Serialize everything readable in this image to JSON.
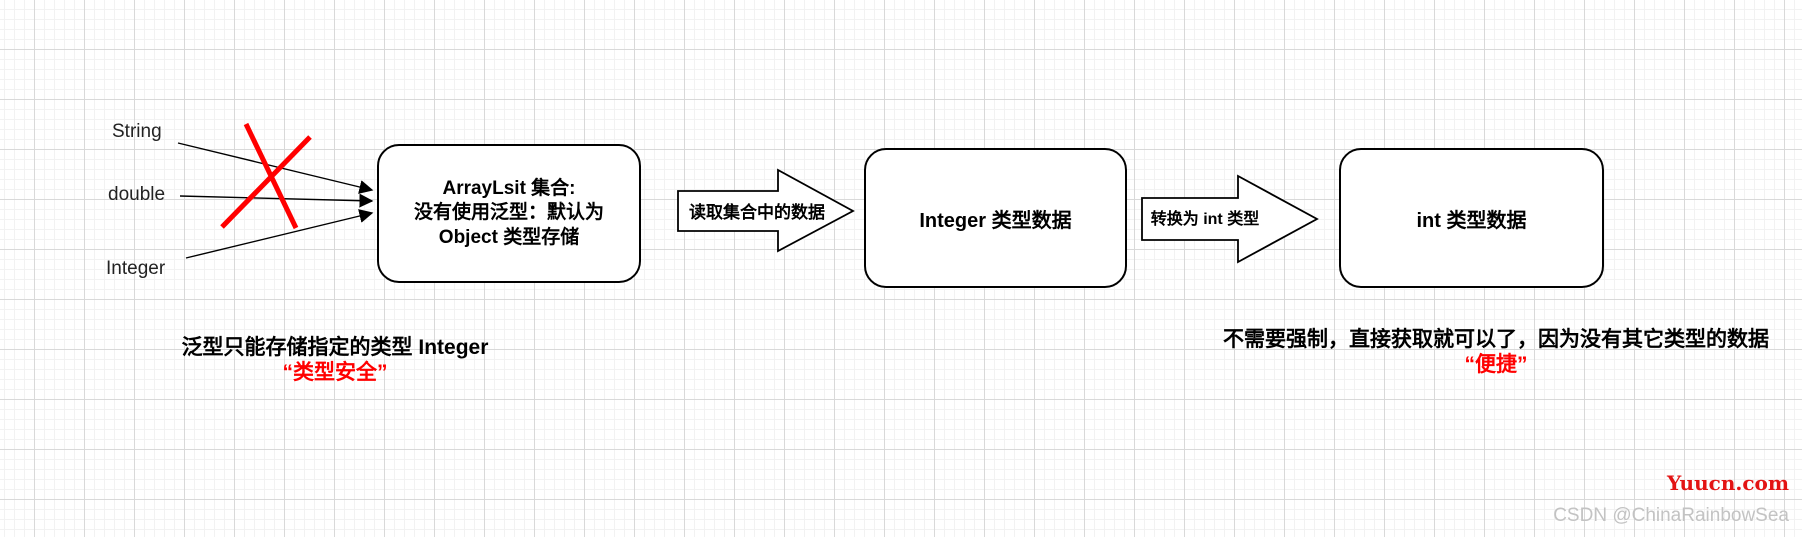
{
  "labels": {
    "string": "String",
    "double": "double",
    "integer": "Integer"
  },
  "boxes": {
    "arraylist": {
      "line1": "ArrayLsit 集合:",
      "line2": "没有使用泛型：默认为",
      "line3": "Object 类型存储"
    },
    "integer_box": "Integer 类型数据",
    "int_box": "int 类型数据"
  },
  "flow": {
    "read_label": "读取集合中的数据",
    "convert_label": "转换为 int 类型"
  },
  "notes": {
    "left_line1": "泛型只能存储指定的类型 Integer",
    "left_line2": "“类型安全”",
    "right_line1": "不需要强制，直接获取就可以了，因为没有其它类型的数据",
    "right_line2": "“便捷”"
  },
  "watermarks": {
    "site": "Yuucn.com",
    "csdn": "CSDN @ChinaRainbowSea"
  },
  "colors": {
    "emphasis_red": "#ff0000",
    "cross_red": "#ff0000",
    "shape_stroke": "#000000",
    "grid_major": "#d9d9d9",
    "grid_minor": "#f2f2f2",
    "watermark_red": "#e31414",
    "watermark_gray": "#c3c3c3"
  }
}
